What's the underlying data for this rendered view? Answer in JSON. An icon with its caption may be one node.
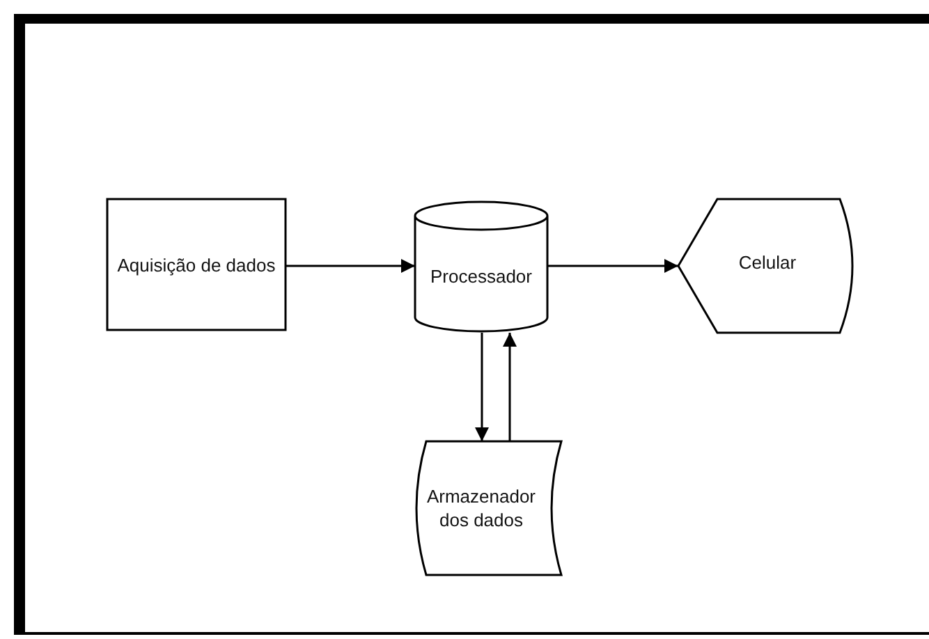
{
  "diagram": {
    "nodes": [
      {
        "text": [
          "Aquisição de dados"
        ]
      },
      {
        "text": [
          "Processador"
        ]
      },
      {
        "text": [
          "Celular"
        ]
      },
      {
        "text": [
          "Armazenador dos dados"
        ]
      }
    ],
    "edges": [
      {
        "from": 0,
        "to": 1,
        "arrow": "to"
      },
      {
        "from": 1,
        "to": 2,
        "arrow": "to"
      },
      {
        "from": 1,
        "to": 3,
        "arrow": "to"
      },
      {
        "from": 3,
        "to": 1,
        "arrow": "to"
      }
    ]
  }
}
